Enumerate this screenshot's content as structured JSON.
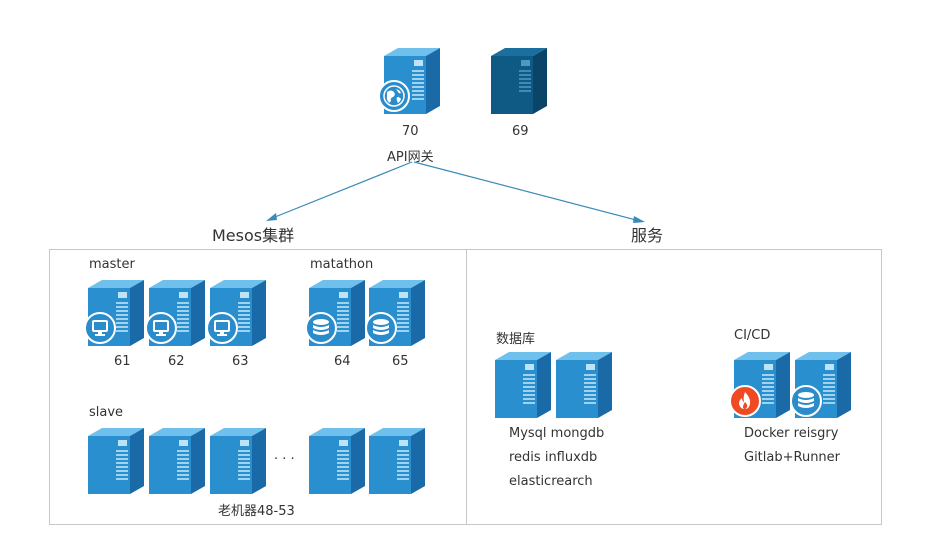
{
  "top": {
    "gateway_id": "70",
    "gateway_label": "API网关",
    "spare_id": "69"
  },
  "sections": {
    "mesos": "Mesos集群",
    "services": "服务"
  },
  "mesos": {
    "master_label": "master",
    "master_ids": [
      "61",
      "62",
      "63"
    ],
    "marathon_label": "matathon",
    "marathon_ids": [
      "64",
      "65"
    ],
    "slave_label": "slave",
    "slave_ellipsis": "· · ·",
    "slave_caption": "老机器48-53"
  },
  "services": {
    "db_label": "数据库",
    "db_lines": [
      "Mysql mongdb",
      "redis influxdb",
      "elasticrearch"
    ],
    "cicd_label": "CI/CD",
    "cicd_lines": [
      "Docker reisgry",
      "Gitlab+Runner"
    ]
  },
  "icons": {
    "server": "server-tower-icon",
    "dark_server": "dark-server-tower-icon",
    "globe": "globe-icon",
    "monitor": "monitor-icon",
    "database": "database-icon",
    "fire": "fire-icon"
  },
  "colors": {
    "server_front": "#2a8fcf",
    "server_side": "#1a6aa8",
    "server_top": "#5fb6e6",
    "dark_server": "#0e5a85",
    "badge": "#2b8ccc",
    "fire": "#f04a23",
    "arrow": "#3a8ab8",
    "border": "#c8c8c8"
  }
}
